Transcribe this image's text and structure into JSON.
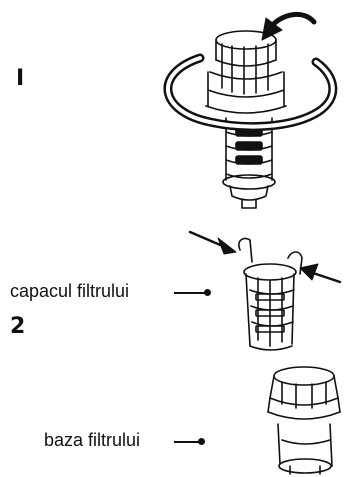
{
  "steps": {
    "one": "I",
    "two": "2"
  },
  "labels": {
    "filter_cap": "capacul filtrului",
    "filter_base": "baza filtrului"
  },
  "icons": [
    "rotation-arrow-icon",
    "filter-assembly-icon",
    "filter-cap-icon",
    "filter-base-icon",
    "press-arrow-icon"
  ]
}
